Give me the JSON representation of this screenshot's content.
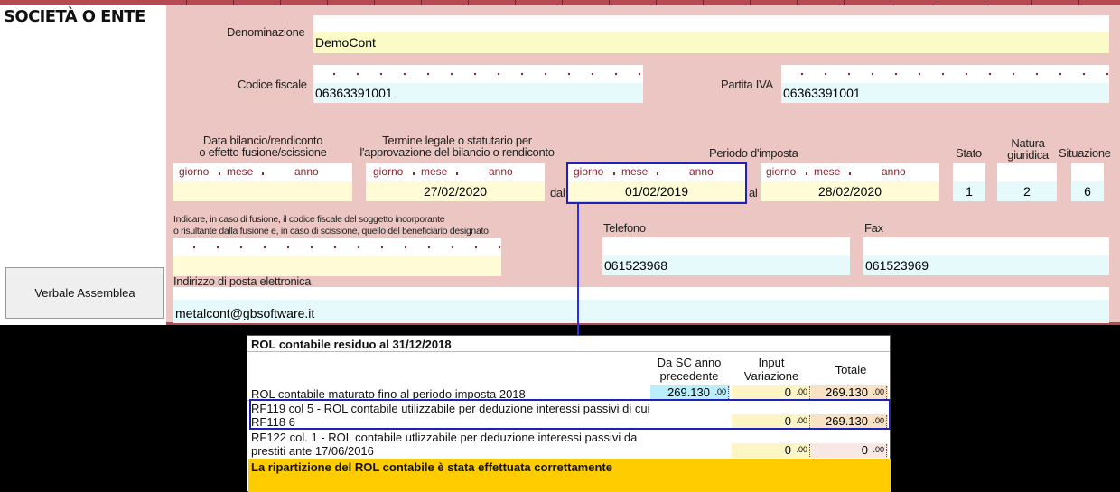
{
  "section": {
    "title": "SOCIETÀ O ENTE"
  },
  "fields": {
    "denominazione": {
      "label": "Denominazione",
      "value": "DemoCont"
    },
    "codice_fiscale": {
      "label": "Codice fiscale",
      "value": "06363391001"
    },
    "partita_iva": {
      "label": "Partita IVA",
      "value": "06363391001"
    },
    "data_bilancio": {
      "label_line1": "Data bilancio/rendiconto",
      "label_line2": "o effetto fusione/scissione",
      "value": ""
    },
    "termine_legale": {
      "label_line1": "Termine legale o statutario per",
      "label_line2": "l'approvazione del bilancio o rendiconto",
      "value": "27/02/2020"
    },
    "periodo_imposta": {
      "label": "Periodo d'imposta",
      "dal_label": "dal",
      "al_label": "al",
      "dal_value": "01/02/2019",
      "al_value": "28/02/2020"
    },
    "date_parts": {
      "giorno": "giorno",
      "mese": "mese",
      "anno": "anno"
    },
    "stato": {
      "label": "Stato",
      "value": "1"
    },
    "natura_giuridica": {
      "label_line1": "Natura",
      "label_line2": "giuridica",
      "value": "2"
    },
    "situazione": {
      "label": "Situazione",
      "value": "6"
    },
    "fusione": {
      "label_line1": "Indicare, in caso di fusione, il codice fiscale del soggetto incorporante",
      "label_line2": "o risultante dalla fusione e, in caso di scissione, quello del beneficiario designato",
      "value": ""
    },
    "telefono": {
      "label": "Telefono",
      "value": "061523968"
    },
    "fax": {
      "label": "Fax",
      "value": "061523969"
    },
    "email": {
      "label": "Indirizzo di posta elettronica",
      "value": "metalcont@gbsoftware.it"
    }
  },
  "buttons": {
    "verbale": "Verbale Assemblea"
  },
  "rol_table": {
    "title": "ROL contabile residuo al 31/12/2018",
    "headers": {
      "col1_line1": "Da SC anno",
      "col1_line2": "precedente",
      "col2_line1": "Input",
      "col2_line2": "Variazione",
      "col3": "Totale"
    },
    "decimals": ".00",
    "rows": [
      {
        "label_line1": "ROL contabile maturato fino al periodo imposta 2018",
        "label_line2": "",
        "da_sc": "269.130",
        "input": "0",
        "totale": "269.130"
      },
      {
        "label_line1": "RF119 col 5  - ROL contabile utilizzabile per deduzione interessi passivi di cui",
        "label_line2": "RF118  6",
        "da_sc": "",
        "input": "0",
        "totale": "269.130"
      },
      {
        "label_line1": "RF122 col. 1 - ROL contabile utlizzabile per deduzione interessi passivi da",
        "label_line2": "prestiti ante 17/06/2016",
        "da_sc": "",
        "input": "0",
        "totale": "0"
      }
    ],
    "message": "La ripartizione del ROL contabile è stata effettuata correttamente"
  }
}
